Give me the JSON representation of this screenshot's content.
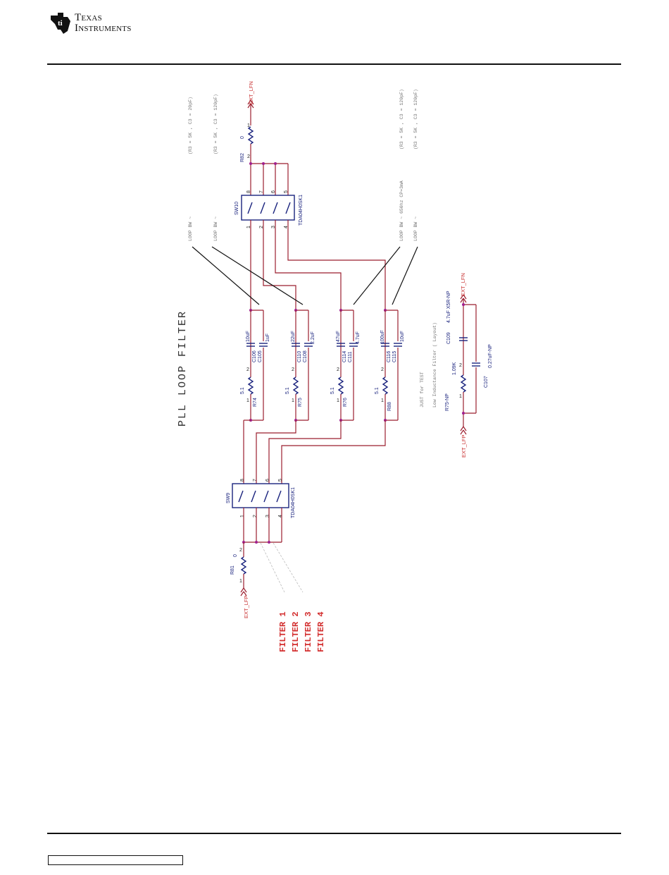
{
  "header": {
    "logo_line1": "Texas",
    "logo_line2": "Instruments"
  },
  "schematic": {
    "title": "PLL LOOP FILTER",
    "sw10": {
      "ref": "SW10",
      "part": "TDA04H0SK1",
      "pins_top": [
        "8",
        "7",
        "6",
        "5"
      ],
      "pins_bottom": [
        "1",
        "2",
        "3",
        "4"
      ]
    },
    "sw9": {
      "ref": "SW9",
      "part": "TDA04H0SK1",
      "pins_top": [
        "8",
        "7",
        "6",
        "5"
      ],
      "pins_bottom": [
        "1",
        "2",
        "3",
        "4"
      ]
    },
    "r82": {
      "ref": "R82",
      "value": "0",
      "pin1": "1",
      "pin2": "2"
    },
    "r81": {
      "ref": "R81",
      "value": "0",
      "pin1": "1",
      "pin2": "2"
    },
    "net_ext_lfn": "EXT_LFN",
    "net_ext_lfp": "EXT_LFP",
    "net_ext_lfn_test": "EXT_LFN",
    "net_ext_lfp_test": "EXT_LFP",
    "branches": [
      {
        "r_ref": "R74",
        "r_val": "5.1",
        "c_big_ref": "C106",
        "c_big_val": "10uF",
        "c_small_ref": "C105",
        "c_small_val": "1uF"
      },
      {
        "r_ref": "R75",
        "r_val": "5.1",
        "c_big_ref": "C110",
        "c_big_val": "22uF",
        "c_small_ref": "C108",
        "c_small_val": "2.2uF"
      },
      {
        "r_ref": "R76",
        "r_val": "5.1",
        "c_big_ref": "C114",
        "c_big_val": "47uF",
        "c_small_ref": "C111",
        "c_small_val": "4.7uF"
      },
      {
        "r_ref": "R88",
        "r_val": "5.1",
        "c_big_ref": "C116",
        "c_big_val": "100uF",
        "c_small_ref": "C115",
        "c_small_val": "10uF"
      }
    ],
    "pin1": "1",
    "pin2": "2",
    "notes": [
      {
        "bw": "LOOP BW ~",
        "r3c3": "(R3 = 5K , C3 = 20pF)"
      },
      {
        "bw": "LOOP BW ~",
        "r3c3": "(R3 = 5K , C3 = 120pF)"
      },
      {
        "bw": "LOOP BW ~ 650hz CP=3mA",
        "r3c3": "(R3 = 5K , C3 = 120pF)"
      },
      {
        "bw": "LOOP BW ~",
        "r3c3": "(R3 = 5K , C3 = 120pF)"
      }
    ],
    "test": {
      "note1": "JUST for TEST",
      "note2": "Low Inductance Filter ( Layout)",
      "r_ref": "R75-NP",
      "r_val": "1.09K",
      "c109_ref": "C109",
      "c109_val": "4.7uF X5R-NP",
      "c107_ref": "C107",
      "c107_val": "0.27uF-NP"
    },
    "filters": [
      "FILTER 1",
      "FILTER 2",
      "FILTER 3",
      "FILTER 4"
    ]
  }
}
